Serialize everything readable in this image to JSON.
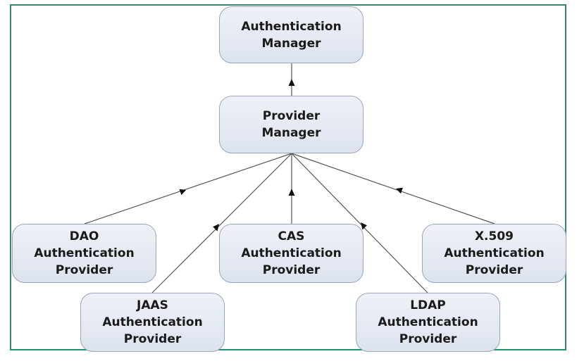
{
  "diagram": {
    "nodes": [
      {
        "id": "n-auth",
        "label": "Authentication\nManager"
      },
      {
        "id": "n-prov",
        "label": "Provider\nManager"
      },
      {
        "id": "n-dao",
        "label": "DAO\nAuthentication\nProvider"
      },
      {
        "id": "n-cas",
        "label": "CAS\nAuthentication\nProvider"
      },
      {
        "id": "n-x509",
        "label": "X.509\nAuthentication\nProvider"
      },
      {
        "id": "n-jaas",
        "label": "JAAS\nAuthentication\nProvider"
      },
      {
        "id": "n-ldap",
        "label": "LDAP\nAuthentication\nProvider"
      }
    ],
    "edges": [
      {
        "from": "n-prov",
        "to": "n-auth"
      },
      {
        "from": "n-dao",
        "to": "n-prov"
      },
      {
        "from": "n-jaas",
        "to": "n-prov"
      },
      {
        "from": "n-cas",
        "to": "n-prov"
      },
      {
        "from": "n-ldap",
        "to": "n-prov"
      },
      {
        "from": "n-x509",
        "to": "n-prov"
      }
    ],
    "colors": {
      "frame": "#2e8b6f",
      "edge": "#555555",
      "node_border": "#9aa7b8",
      "node_fill": "#e4e9f2"
    }
  }
}
